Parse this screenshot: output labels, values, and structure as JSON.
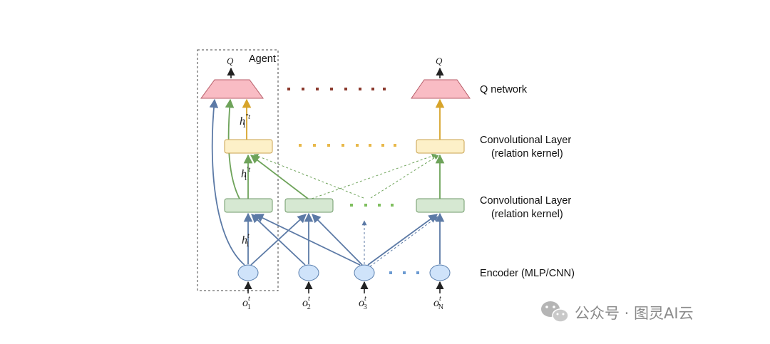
{
  "diagram": {
    "agent_label": "Agent",
    "q_symbol": "Q",
    "labels": {
      "q_network": "Q network",
      "conv_layer_2_line1": "Convolutional Layer",
      "conv_layer_2_line2": "(relation kernel)",
      "conv_layer_1_line1": "Convolutional Layer",
      "conv_layer_1_line2": "(relation kernel)",
      "encoder": "Encoder (MLP/CNN)"
    },
    "hidden_symbols": {
      "h_base": "h",
      "sub": "1",
      "h1_sup": "t",
      "h2_sup": "′t",
      "h3_sup": "″t"
    },
    "observations": [
      {
        "base": "o",
        "sup": "t",
        "sub": "1"
      },
      {
        "base": "o",
        "sup": "t",
        "sub": "2"
      },
      {
        "base": "o",
        "sup": "t",
        "sub": "3"
      },
      {
        "base": "o",
        "sup": "t",
        "sub": "N"
      }
    ],
    "colors": {
      "encoder_fill": "#cfe3fa",
      "encoder_stroke": "#5a7fae",
      "conv1_fill": "#d6e8d2",
      "conv1_stroke": "#6f9a68",
      "conv2_fill": "#fdf0c8",
      "conv2_stroke": "#c9a24e",
      "qnet_fill": "#f9bcc4",
      "qnet_stroke": "#b85e6a",
      "blue_arrow": "#5c7aa6",
      "green_arrow": "#6ea35a",
      "yellow_arrow": "#d7a42a",
      "brown_dots": "#8b3a2e"
    }
  },
  "watermark": {
    "text": "公众号 · 图灵AI云",
    "icon": "wechat-icon"
  }
}
